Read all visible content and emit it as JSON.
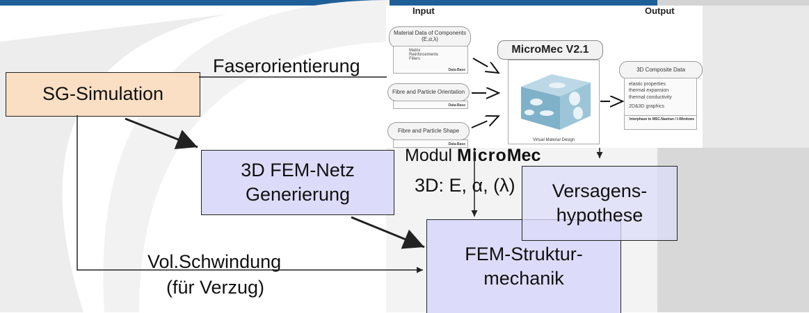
{
  "boxes": {
    "sg_simulation": "SG-Simulation",
    "fem_netz_line1": "3D FEM-Netz",
    "fem_netz_line2": "Generierung",
    "fem_struktur_line1": "FEM-Struktur-",
    "fem_struktur_line2": "mechanik",
    "versagens_line1": "Versagens-",
    "versagens_line2": "hypothese"
  },
  "labels": {
    "faserorientierung": "Faserorientierung",
    "modul_prefix": "Modul ",
    "modul_name_micro": "Micro",
    "modul_name_mec": "Mec",
    "properties": "3D: E, α, (λ)",
    "vol_schwindung": "Vol.Schwindung",
    "fuer_verzug": "(für Verzug)"
  },
  "micromec_image": {
    "input_header": "Input",
    "output_header": "Output",
    "title": "MicroMec V2.1",
    "material_pill": "Material Data of Components (E,α,λ)",
    "material_items": [
      "Matrix",
      "Reinforcements",
      "Fillers"
    ],
    "database_label": "Data-Base",
    "fibre_orientation": "Fibre and Particle Orientation",
    "fibre_shape": "Fibre and Particle Shape",
    "center_footer": "Virtual Material Design",
    "output_title": "3D Composite Data",
    "output_items": [
      "elastic properties",
      "thermal expansion",
      "thermal conductivity",
      "2D&3D graphics"
    ],
    "output_footer": "Interphase to MSC.Nastran / I-Windows"
  },
  "colors": {
    "header_bar": "#1f5f99",
    "sg_fill": "#fbdfc4",
    "fem_fill": "#dcdcfa"
  }
}
